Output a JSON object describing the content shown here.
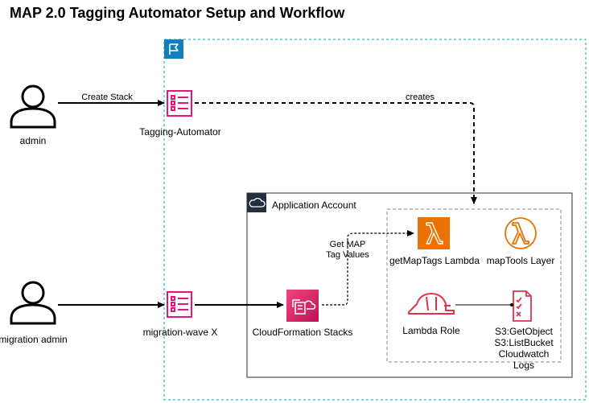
{
  "title": "MAP 2.0 Tagging Automator Setup and Workflow",
  "actors": {
    "admin": "admin",
    "migration_admin": "migration admin"
  },
  "stacks": {
    "tagging_automator": "Tagging-Automator",
    "migration_wave": "migration-wave X",
    "cloudformation": "CloudFormation Stacks"
  },
  "edges": {
    "create_stack": "Create Stack",
    "creates": "creates",
    "get_map_tag_values": "Get MAP\nTag Values"
  },
  "groups": {
    "application_account": "Application Account"
  },
  "resources": {
    "lambda": "getMapTags Lambda",
    "layer": "mapTools Layer",
    "role": "Lambda Role",
    "policy": "S3:GetObject\nS3:ListBucket\nCloudwatch Logs"
  },
  "colors": {
    "outer_border": "#00a4a6",
    "flag_badge": "#147eba",
    "stack_icon": "#e7157b",
    "lambda_orange": "#ed7100",
    "role_red": "#dd344c",
    "cf_gradient_top": "#f34482",
    "cf_gradient_bottom": "#bc1356"
  },
  "icons": {
    "user": "user-icon",
    "stack": "stack-list-icon",
    "flag": "flag-icon",
    "cloud": "cloud-icon",
    "lambda": "lambda-icon",
    "helmet": "helmet-icon",
    "checklist": "checklist-icon"
  }
}
